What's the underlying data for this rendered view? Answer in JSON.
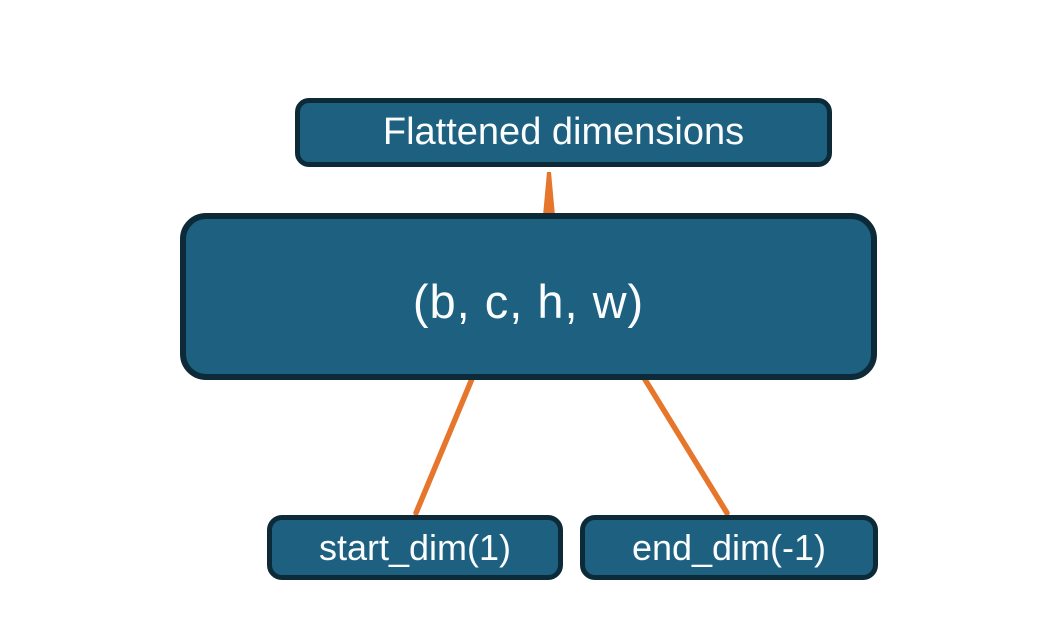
{
  "diagram": {
    "title_box": {
      "label": "Flattened dimensions"
    },
    "tensor_box": {
      "label": "(b, c, h, w)"
    },
    "start_dim_box": {
      "label": "start_dim(1)"
    },
    "end_dim_box": {
      "label": "end_dim(-1)"
    },
    "colors": {
      "box_fill": "#1d6080",
      "box_border": "#0d2a39",
      "accent_orange": "#e6762c",
      "text": "#fafcfd",
      "background": "#ffffff"
    }
  }
}
